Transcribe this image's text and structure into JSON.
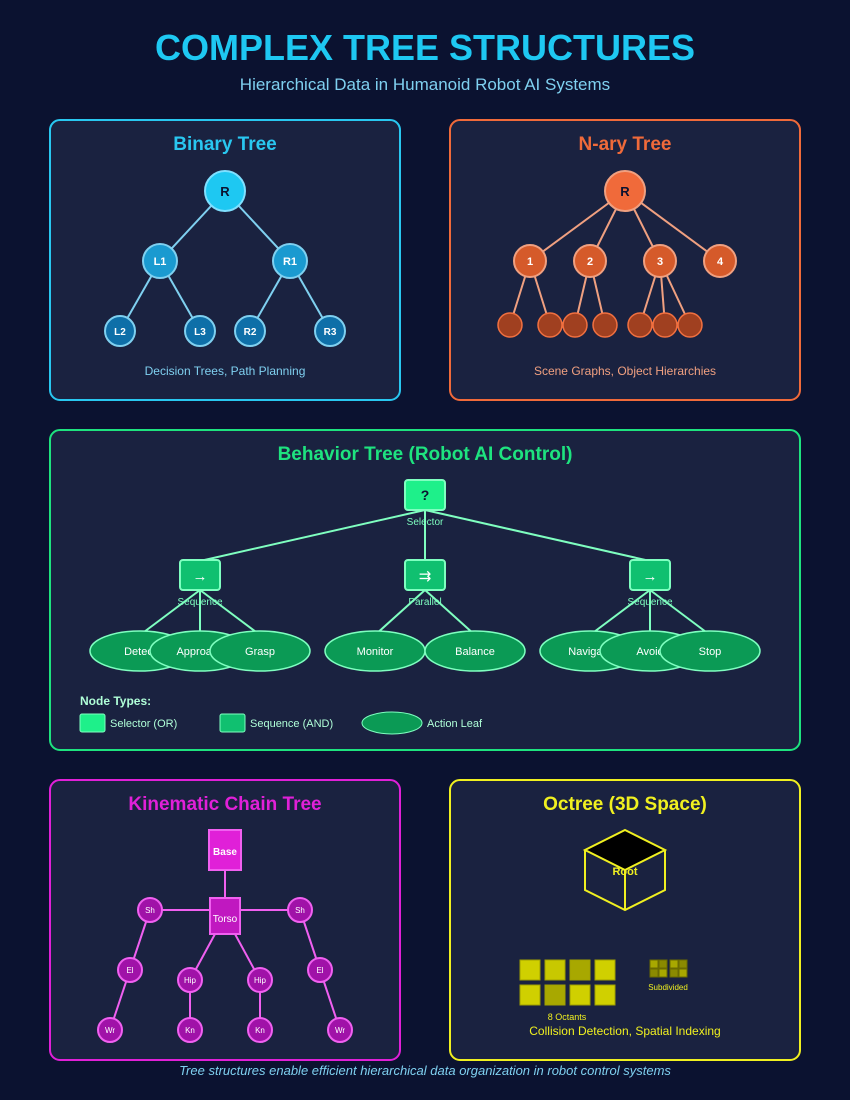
{
  "header": {
    "title": "COMPLEX TREE STRUCTURES",
    "subtitle": "Hierarchical Data in Humanoid Robot AI Systems"
  },
  "binary_tree": {
    "title": "Binary Tree",
    "root": "R",
    "level1": [
      "L1",
      "R1"
    ],
    "level2": [
      "L2",
      "L3",
      "R2",
      "R3"
    ],
    "caption": "Decision Trees, Path Planning"
  },
  "nary_tree": {
    "title": "N-ary Tree",
    "root": "R",
    "children": [
      "1",
      "2",
      "3",
      "4"
    ],
    "caption": "Scene Graphs, Object Hierarchies"
  },
  "behavior_tree": {
    "title": "Behavior Tree (Robot AI Control)",
    "selector": {
      "symbol": "?",
      "label": "Selector"
    },
    "composites": [
      {
        "symbol": "→",
        "label": "Sequence"
      },
      {
        "symbol": "⇉",
        "label": "Parallel"
      },
      {
        "symbol": "→",
        "label": "Sequence"
      }
    ],
    "leaves": [
      "Detect",
      "Approach",
      "Grasp",
      "Monitor",
      "Balance",
      "Navigate",
      "Avoid",
      "Stop"
    ],
    "legend": {
      "title": "Node Types:",
      "selector": "Selector (OR)",
      "sequence": "Sequence (AND)",
      "action": "Action Leaf"
    }
  },
  "kinematic_tree": {
    "title": "Kinematic Chain Tree",
    "base": "Base",
    "torso": "Torso",
    "shoulder": "Sh",
    "elbow": "El",
    "wrist": "Wr",
    "hip": "Hip",
    "knee": "Kn"
  },
  "octree": {
    "title": "Octree (3D Space)",
    "root": "Root",
    "octants_label": "8 Octants",
    "subdivided_label": "Subdivided",
    "caption": "Collision Detection, Spatial Indexing"
  },
  "footer": {
    "text": "Tree structures enable efficient hierarchical data organization in robot control systems"
  },
  "colors": {
    "background": "#0b1230",
    "panel": "#1a2240",
    "binary": "#29c7f0",
    "nary": "#f06a3a",
    "behavior": "#1ee37f",
    "kinematic": "#e020d8",
    "octree": "#f0f020"
  }
}
